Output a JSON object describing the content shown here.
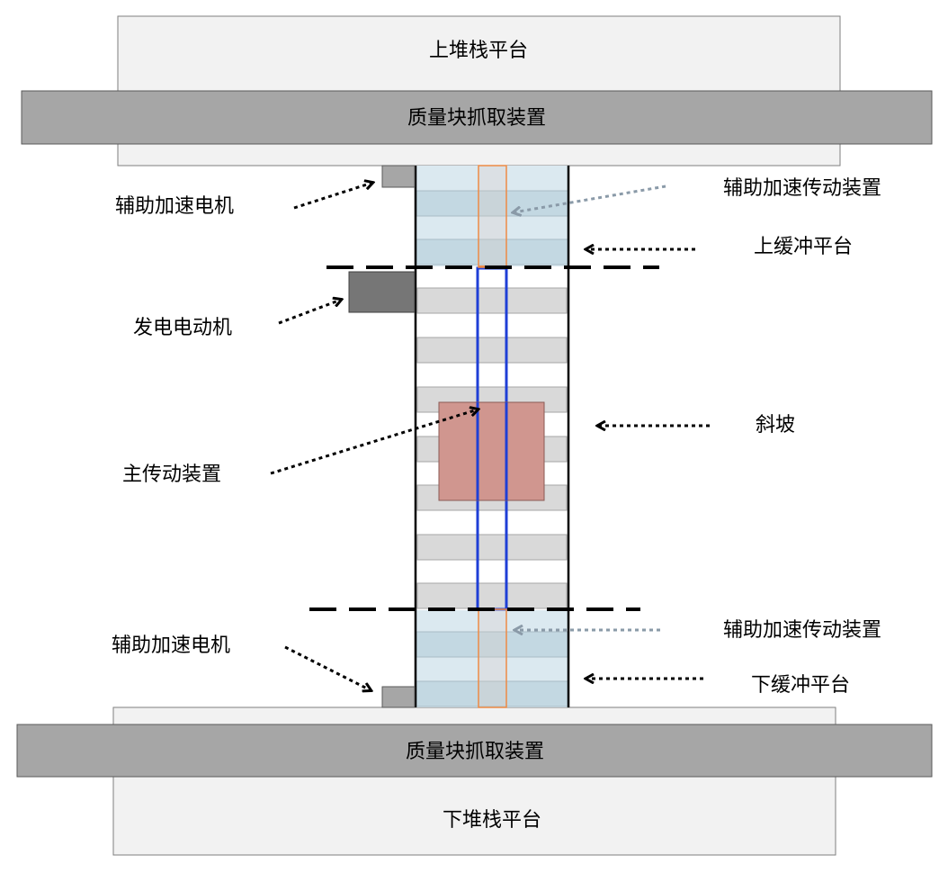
{
  "labels": {
    "upper_stack_platform": "上堆栈平台",
    "upper_grab_device": "质量块抓取装置",
    "lower_grab_device": "质量块抓取装置",
    "lower_stack_platform": "下堆栈平台",
    "aux_motor_top": "辅助加速电机",
    "aux_motor_bottom": "辅助加速电机",
    "generator_motor": "发电电动机",
    "main_drive": "主传动装置",
    "aux_drive_top": "辅助加速传动装置",
    "aux_drive_bottom": "辅助加速传动装置",
    "upper_buffer_platform": "上缓冲平台",
    "lower_buffer_platform": "下缓冲平台",
    "slope": "斜坡"
  },
  "colors": {
    "platform_fill": "#f2f2f2",
    "grab_fill": "#a6a6a6",
    "rung_fill": "#d9d9d9",
    "buffer_fill": "#dbe9f0",
    "buffer_rung_fill": "#c3d8e2",
    "mass_block": "#d0968f",
    "generator": "#767676",
    "aux_motor": "#a6a6a6",
    "track_blue": "#1f3fd6",
    "track_orange": "#ee8a45",
    "gray_arrow": "#8a9aa8"
  }
}
